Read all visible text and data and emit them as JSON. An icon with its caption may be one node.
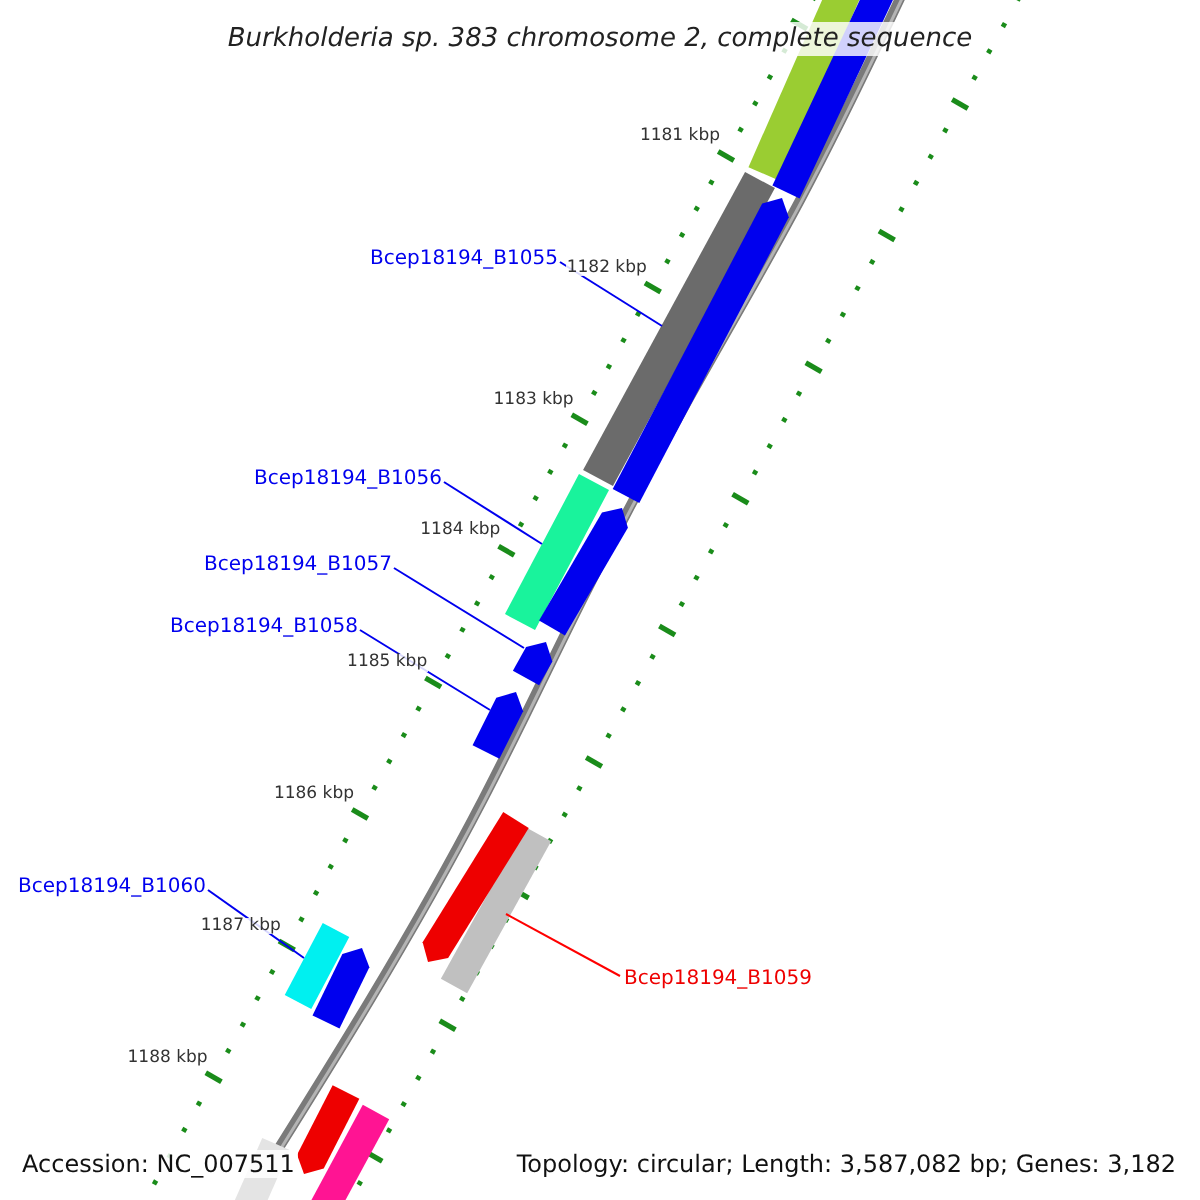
{
  "diagram": {
    "title": "Burkholderia sp. 383 chromosome 2, complete sequence",
    "nodes": [
      {
        "text": [
          "Bcep18194_B1055"
        ]
      },
      {
        "text": [],
        "shape": "bar"
      },
      {
        "text": [
          "Bcep18194_B1056"
        ]
      },
      {
        "text": [],
        "shape": "bar"
      },
      {
        "text": [
          "Bcep18194_B1057"
        ]
      },
      {
        "text": [],
        "shape": "bar"
      },
      {
        "text": [
          "Bcep18194_B1058"
        ]
      },
      {
        "text": [],
        "shape": "bar"
      },
      {
        "text": [
          "Bcep18194_B1060"
        ]
      },
      {
        "text": [],
        "shape": "bar"
      },
      {
        "text": [
          "Bcep18194_B1059"
        ]
      },
      {
        "text": [],
        "shape": "bar"
      },
      {
        "text": [],
        "shape": "bar"
      },
      {
        "text": [],
        "shape": "bar"
      },
      {
        "text": [],
        "shape": "bar"
      },
      {
        "text": [],
        "shape": "bar"
      },
      {
        "text": [],
        "shape": "bar"
      },
      {
        "text": [],
        "shape": "bar"
      },
      {
        "text": [],
        "shape": "bar"
      },
      {
        "text": [],
        "shape": "bar"
      },
      {
        "text": [],
        "shape": "bar"
      }
    ],
    "edges": [
      {
        "from": 0,
        "to": 1,
        "arrow": "none"
      },
      {
        "from": 2,
        "to": 3,
        "arrow": "none"
      },
      {
        "from": 4,
        "to": 5,
        "arrow": "none"
      },
      {
        "from": 6,
        "to": 7,
        "arrow": "none"
      },
      {
        "from": 8,
        "to": 9,
        "arrow": "none"
      },
      {
        "from": 10,
        "to": 11,
        "arrow": "none",
        "color": "#ff0000"
      }
    ],
    "labels": [
      "1181 kbp",
      "1182 kbp",
      "1183 kbp",
      "1184 kbp",
      "1185 kbp",
      "1186 kbp",
      "1187 kbp",
      "1188 kbp",
      "Accession: NC_007511",
      "Topology: circular; Length: 3,587,082 bp; Genes: 3,182"
    ]
  }
}
